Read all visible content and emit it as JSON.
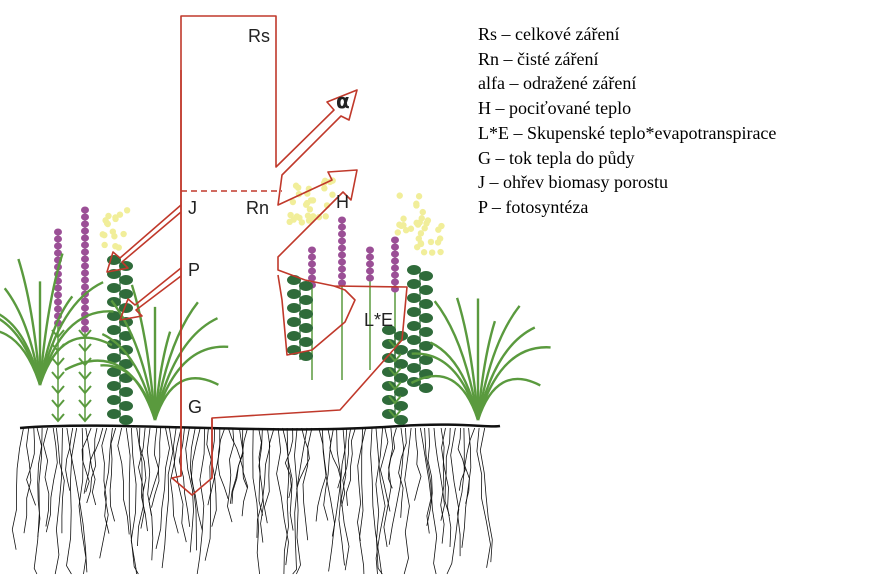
{
  "diagram": {
    "labels": {
      "rs": "Rs",
      "alpha": "α",
      "rn": "Rn",
      "h": "H",
      "j": "J",
      "p": "P",
      "le": "L*E",
      "g": "G"
    },
    "colors": {
      "arrow_stroke": "#c0392b",
      "loosestrife": "#9b4f96",
      "yellow_flower": "#f1ee9a",
      "leaf_green": "#2f6b3a",
      "grass_green": "#5a9a3e",
      "soil_black": "#111111"
    }
  },
  "legend": [
    "Rs – celkové záření",
    "Rn – čisté záření",
    "alfa – odražené záření",
    "H – pociťované teplo",
    "L*E – Skupenské teplo*evapotranspirace",
    "G – tok tepla do půdy",
    "J – ohřev biomasy porostu",
    "P – fotosyntéza"
  ]
}
